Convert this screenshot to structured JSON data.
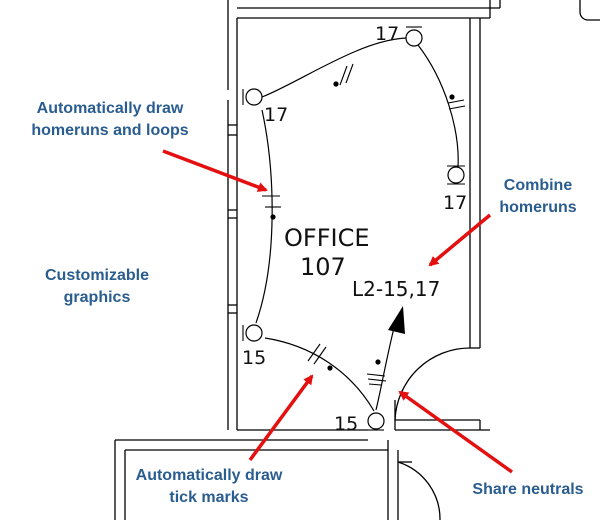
{
  "plan": {
    "room_name": "OFFICE",
    "room_number": "107",
    "homerun_tag": "L2-15,17",
    "circuit_labels": {
      "top": "17",
      "left_upper": "17",
      "right": "17",
      "left_lower": "15",
      "bottom": "15"
    }
  },
  "callouts": {
    "homeruns_loops": [
      "Automatically draw",
      "homeruns and loops"
    ],
    "customizable": [
      "Customizable",
      "graphics"
    ],
    "combine": [
      "Combine",
      "homeruns"
    ],
    "tick_marks": [
      "Automatically draw",
      "tick marks"
    ],
    "share_neutrals": "Share neutrals"
  },
  "colors": {
    "callout_text": "#2a5d8f",
    "arrow": "#e41010",
    "linework": "#000000"
  }
}
